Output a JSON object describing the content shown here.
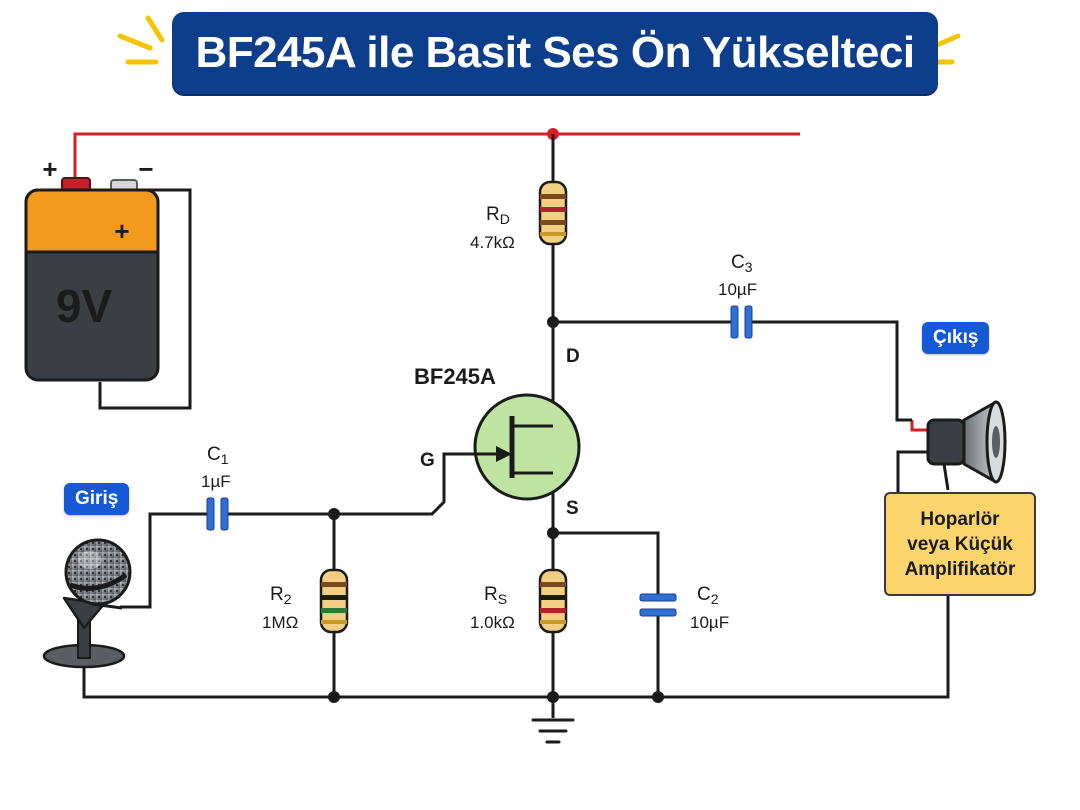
{
  "title": "BF245A ile Basit Ses Ön Yükselteci",
  "battery": {
    "voltage": "9V",
    "plus_mark": "+",
    "terminal_plus": "+",
    "terminal_minus": "−"
  },
  "transistor": {
    "name": "BF245A",
    "drain": "D",
    "gate": "G",
    "source": "S"
  },
  "components": {
    "rd": {
      "sym": "R",
      "sub": "D",
      "value": "4.7kΩ"
    },
    "rs": {
      "sym": "R",
      "sub": "S",
      "value": "1.0kΩ"
    },
    "r2": {
      "sym": "R",
      "sub": "2",
      "value": "1MΩ"
    },
    "c1": {
      "sym": "C",
      "sub": "1",
      "value": "1µF"
    },
    "c2": {
      "sym": "C",
      "sub": "2",
      "value": "10µF"
    },
    "c3": {
      "sym": "C",
      "sub": "3",
      "value": "10µF"
    }
  },
  "input_label": "Giriş",
  "output_label": "Çıkış",
  "amp_label": "Hoparlör\nveya Küçük\nAmplifikatör",
  "colors": {
    "title_bg": "#0d3e8c",
    "tag_bg": "#1659d6",
    "supply_wire": "#d81f26",
    "wire": "#1b1b1b",
    "battery_top": "#f39a1e",
    "battery_body": "#3b3f44",
    "fet_fill": "#bfe3a0",
    "fet_label": "#1f7a2a",
    "drain_label": "#d81f26",
    "source_label": "#1659d6",
    "gate_label": "#1f7a2a",
    "capacitor": "#2f6fd6",
    "resistor": "#f2cf82",
    "amp_box": "#fbd56b",
    "sparkle": "#f5c400"
  },
  "icons": [
    "battery-icon",
    "microphone-icon",
    "speaker-icon",
    "ground-icon",
    "sparkle-icon"
  ]
}
